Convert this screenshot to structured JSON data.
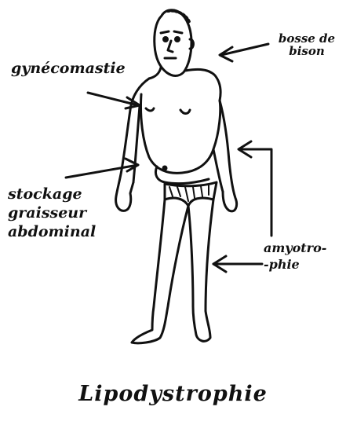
{
  "labels": {
    "gynecomastie": "gynécomastie",
    "bosse_line1": "bosse de",
    "bosse_line2": "bison",
    "stockage_line1": "stockage",
    "stockage_line2": "graisseur",
    "stockage_line3": "abdominal",
    "amyo_line1": "amyotro-",
    "amyo_line2": "-phie",
    "title": "Lipodystrophie"
  },
  "colors": {
    "ink": "#111111",
    "background": "#ffffff"
  }
}
